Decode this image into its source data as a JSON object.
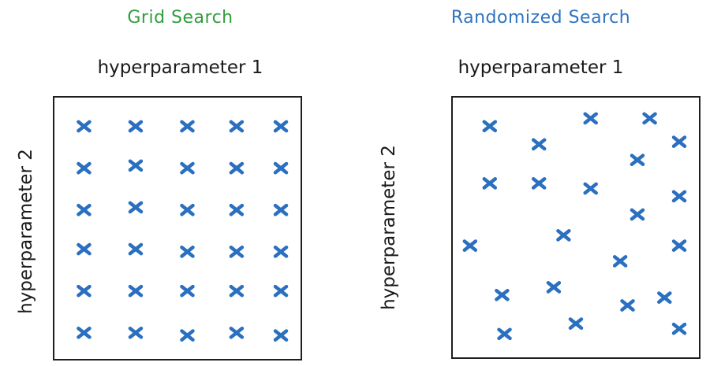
{
  "panels": {
    "grid": {
      "title": "Grid Search",
      "title_color": "#2e9e3e",
      "x_label": "hyperparameter 1",
      "y_label": "hyperparameter 2"
    },
    "random": {
      "title": "Randomized Search",
      "title_color": "#2f74c0",
      "x_label": "hyperparameter 1",
      "y_label": "hyperparameter 2"
    }
  },
  "marker": {
    "symbol": "x",
    "color": "#2a6fc0"
  },
  "chart_data": [
    {
      "type": "scatter",
      "title": "Grid Search",
      "xlabel": "hyperparameter 1",
      "ylabel": "hyperparameter 2",
      "xlim": [
        0,
        1
      ],
      "ylim": [
        0,
        1
      ],
      "points": [
        [
          0.12,
          0.89
        ],
        [
          0.33,
          0.89
        ],
        [
          0.54,
          0.89
        ],
        [
          0.74,
          0.89
        ],
        [
          0.92,
          0.89
        ],
        [
          0.12,
          0.73
        ],
        [
          0.33,
          0.74
        ],
        [
          0.54,
          0.73
        ],
        [
          0.74,
          0.73
        ],
        [
          0.92,
          0.73
        ],
        [
          0.12,
          0.57
        ],
        [
          0.33,
          0.58
        ],
        [
          0.54,
          0.57
        ],
        [
          0.74,
          0.57
        ],
        [
          0.92,
          0.57
        ],
        [
          0.12,
          0.42
        ],
        [
          0.33,
          0.42
        ],
        [
          0.54,
          0.41
        ],
        [
          0.74,
          0.41
        ],
        [
          0.92,
          0.41
        ],
        [
          0.12,
          0.26
        ],
        [
          0.33,
          0.26
        ],
        [
          0.54,
          0.26
        ],
        [
          0.74,
          0.26
        ],
        [
          0.92,
          0.26
        ],
        [
          0.12,
          0.1
        ],
        [
          0.33,
          0.1
        ],
        [
          0.54,
          0.09
        ],
        [
          0.74,
          0.1
        ],
        [
          0.92,
          0.09
        ]
      ]
    },
    {
      "type": "scatter",
      "title": "Randomized Search",
      "xlabel": "hyperparameter 1",
      "ylabel": "hyperparameter 2",
      "xlim": [
        0,
        1
      ],
      "ylim": [
        0,
        1
      ],
      "points": [
        [
          0.15,
          0.89
        ],
        [
          0.35,
          0.82
        ],
        [
          0.56,
          0.92
        ],
        [
          0.8,
          0.92
        ],
        [
          0.92,
          0.83
        ],
        [
          0.75,
          0.76
        ],
        [
          0.15,
          0.67
        ],
        [
          0.35,
          0.67
        ],
        [
          0.56,
          0.65
        ],
        [
          0.92,
          0.62
        ],
        [
          0.75,
          0.55
        ],
        [
          0.45,
          0.47
        ],
        [
          0.07,
          0.43
        ],
        [
          0.92,
          0.43
        ],
        [
          0.68,
          0.37
        ],
        [
          0.41,
          0.27
        ],
        [
          0.2,
          0.24
        ],
        [
          0.71,
          0.2
        ],
        [
          0.86,
          0.23
        ],
        [
          0.5,
          0.13
        ],
        [
          0.21,
          0.09
        ],
        [
          0.92,
          0.11
        ]
      ]
    }
  ]
}
